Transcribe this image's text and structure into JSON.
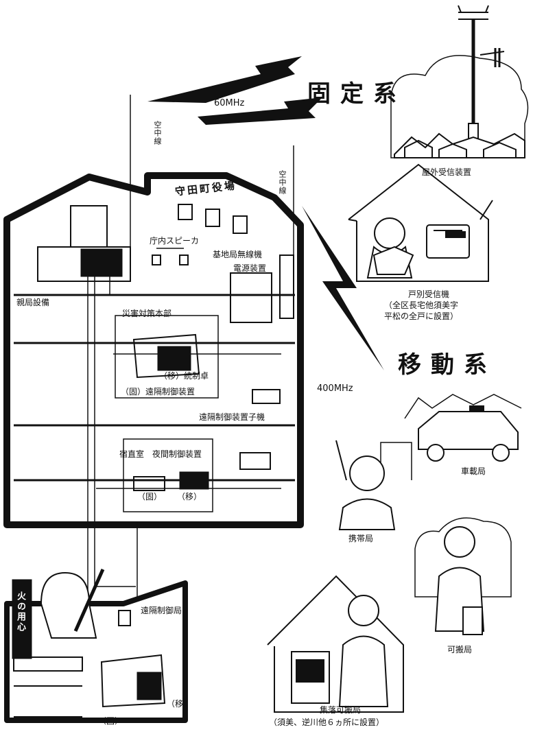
{
  "radio": {
    "freq_fixed": "60MHz",
    "system_fixed": "固定系",
    "freq_mobile": "400MHz",
    "system_mobile": "移動系",
    "antenna_left": "空中線",
    "antenna_right": "空中線"
  },
  "townhall": {
    "name": "守田町役場",
    "control_console": "親局設備",
    "speakers": "庁内スピーカ",
    "base_station": "基地局無線機",
    "power_unit": "電源装置",
    "hq": "災害対策本部",
    "mobile_console": "（移）統制卓",
    "fixed_remote": "（固）遠隔制御装置",
    "remote_handset": "遠隔制御装置子機",
    "night_room": "宿直室　夜間制御装置",
    "night_fixed": "（固）",
    "night_mobile": "（移）"
  },
  "receivers": {
    "outdoor": "屋外受信装置",
    "household": "戸別受信機",
    "household_note_1": "（全区長宅他須美字",
    "household_note_2": "平松の全戸に設置）"
  },
  "mobile_stations": {
    "vehicle": "車載局",
    "handheld": "携帯局",
    "portable": "可搬局",
    "village": "集落可搬局",
    "village_note": "（須美、逆川他６ヵ所に設置）"
  },
  "fire_station": {
    "sign": "火の用心",
    "remote_station": "遠隔制御局",
    "fixed": "（固）",
    "mobile": "（移）"
  }
}
